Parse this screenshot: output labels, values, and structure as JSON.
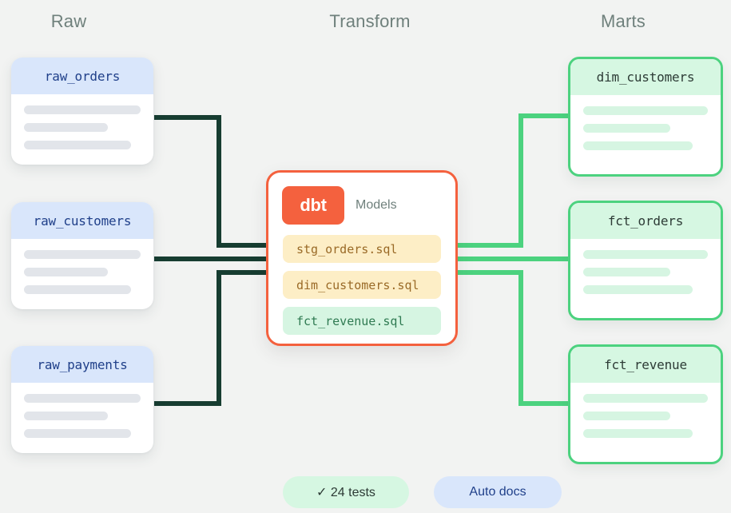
{
  "columns": {
    "raw_label": "Raw",
    "transform_label": "Transform",
    "marts_label": "Marts"
  },
  "sources": [
    {
      "name": "raw_orders",
      "bars": [
        3,
        2,
        3
      ]
    },
    {
      "name": "raw_customers",
      "bars": [
        3,
        2,
        3
      ]
    },
    {
      "name": "raw_payments",
      "bars": [
        3,
        2,
        3
      ]
    }
  ],
  "transform": {
    "logo_text": "dbt",
    "section_label": "Models",
    "models": [
      {
        "name": "stg_orders.sql",
        "tone": "amber"
      },
      {
        "name": "dim_customers.sql",
        "tone": "amber"
      },
      {
        "name": "fct_revenue.sql",
        "tone": "green"
      }
    ]
  },
  "marts": [
    {
      "name": "dim_customers",
      "bars": [
        3,
        2,
        3
      ]
    },
    {
      "name": "fct_orders",
      "bars": [
        3,
        2,
        3
      ]
    },
    {
      "name": "fct_revenue",
      "bars": [
        3,
        2,
        3
      ]
    }
  ],
  "footer": {
    "tests_badge": "✓ 24 tests",
    "docs_badge": "Auto docs"
  },
  "colors": {
    "background": "#f2f3f2",
    "heading_text": "#6f807c",
    "source_header": "#d9e6fb",
    "source_text": "#20408a",
    "source_bar": "#e2e5ea",
    "mart_border": "#4cd27f",
    "mart_header": "#d6f7e2",
    "mart_bar": "#d6f5e2",
    "dbt_orange": "#f4613e",
    "pill_amber_bg": "#fdeec6",
    "pill_amber_text": "#9a6a27",
    "pill_green_bg": "#d6f5e2",
    "pill_green_text": "#2f7a52",
    "wire_in": "#173d31",
    "wire_out": "#4cd27f"
  }
}
